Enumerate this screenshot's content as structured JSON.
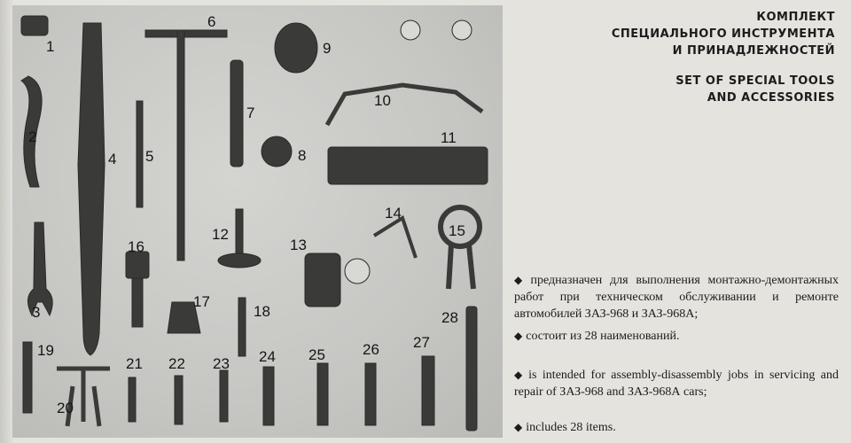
{
  "title_ru": [
    "КОМПЛЕКТ",
    "СПЕЦИАЛЬНОГО ИНСТРУМЕНТА",
    "И ПРИНАДЛЕЖНОСТЕЙ"
  ],
  "title_en": [
    "SET OF SPECIAL TOOLS",
    "AND ACCESSORIES"
  ],
  "bullets_ru": [
    "предназначен для выполнения монтажно-демонтажных работ при техническом обслуживании и ремонте автомобилей ЗАЗ-968 и ЗАЗ-968А;",
    "состоит из 28 наименований."
  ],
  "bullets_en": [
    "is intended for assembly-disassembly jobs in servicing and repair of ЗАЗ-968 and ЗАЗ-968А cars;",
    "includes 28 items."
  ],
  "bullet_symbol": "◆",
  "tool_numbers": [
    "1",
    "2",
    "3",
    "4",
    "5",
    "6",
    "7",
    "8",
    "9",
    "10",
    "11",
    "12",
    "13",
    "14",
    "15",
    "16",
    "17",
    "18",
    "19",
    "20",
    "21",
    "22",
    "23",
    "24",
    "25",
    "26",
    "27",
    "28"
  ],
  "colors": {
    "background": "#e4e3de",
    "photo": "#c6c6c3",
    "tool": "#3a3a38"
  }
}
